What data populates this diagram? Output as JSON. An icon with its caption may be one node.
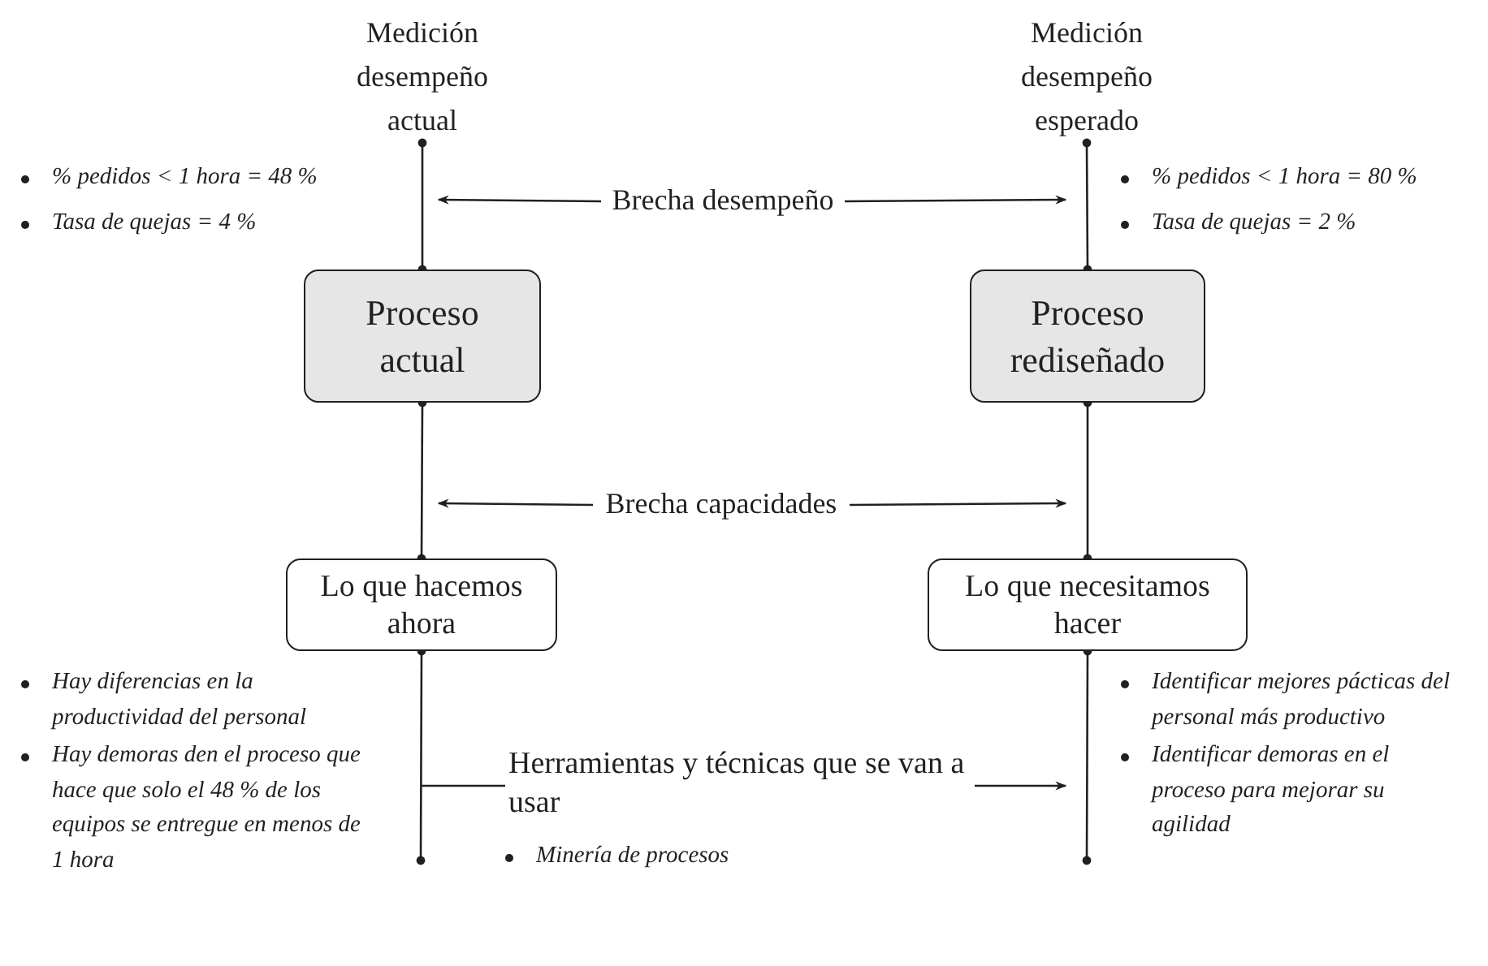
{
  "diagram": {
    "nodes": [
      {
        "text": [
          "Medición desempeño actual"
        ]
      },
      {
        "text": [
          "Medición desempeño esperado"
        ]
      },
      {
        "text": [
          "Proceso actual"
        ]
      },
      {
        "text": [
          "Proceso rediseñado"
        ]
      },
      {
        "text": [
          "Lo que hacemos ahora"
        ]
      },
      {
        "text": [
          "Lo que necesitamos hacer"
        ]
      },
      {
        "text": [
          "Brecha desempeño"
        ]
      },
      {
        "text": [
          "Brecha capacidades"
        ]
      },
      {
        "text": [
          "Herramientas y técnicas que se van a usar"
        ]
      }
    ],
    "edges": [
      {
        "from": 0,
        "to": 2,
        "arrow": "other"
      },
      {
        "from": 1,
        "to": 3,
        "arrow": "other"
      },
      {
        "from": 2,
        "to": 4,
        "arrow": "other"
      },
      {
        "from": 3,
        "to": 5,
        "arrow": "other"
      },
      {
        "from": 4,
        "to": null,
        "arrow": "other"
      },
      {
        "from": 5,
        "to": null,
        "arrow": "other"
      },
      {
        "from": 6,
        "to": null,
        "arrow": "to"
      },
      {
        "from": 6,
        "to": null,
        "arrow": "to"
      },
      {
        "from": 7,
        "to": null,
        "arrow": "to"
      },
      {
        "from": 7,
        "to": null,
        "arrow": "to"
      },
      {
        "from": null,
        "to": 8,
        "arrow": "none"
      },
      {
        "from": 8,
        "to": null,
        "arrow": "to"
      }
    ],
    "labels": [
      "% pedidos < 1 hora = 48 %",
      "Tasa de quejas = 4 %",
      "% pedidos < 1 hora = 80 %",
      "Tasa de quejas = 2 %",
      "Hay diferencias en la productividad del personal",
      "Hay demoras den el proceso que hace que solo el 48 % de los equipos se entregue en menos de 1 hora",
      "Identificar mejores pácticas del personal más productivo",
      "Identificar demoras en el proceso para mejorar su agilidad",
      "Minería de procesos"
    ]
  }
}
